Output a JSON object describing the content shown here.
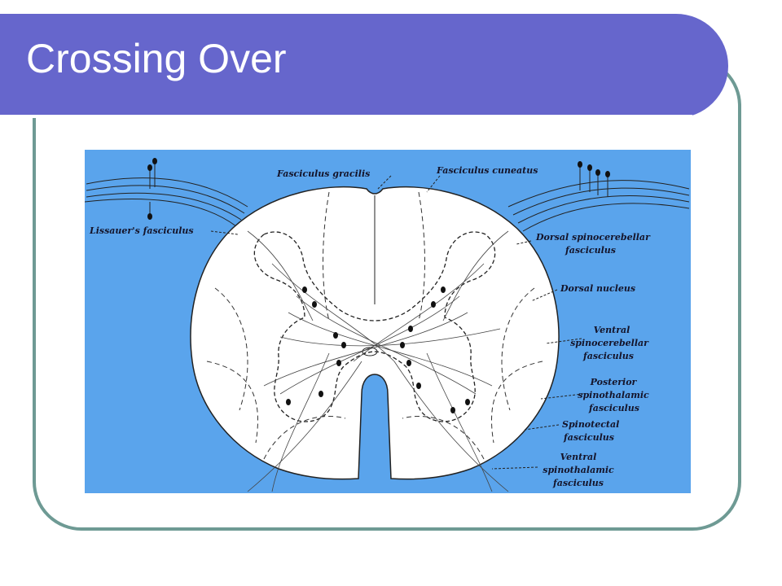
{
  "slide": {
    "title": "Crossing Over"
  },
  "figure": {
    "background_color": "#5aa4ec",
    "labels": {
      "fasciculus_gracilis": "Fasciculus gracilis",
      "fasciculus_cuneatus": "Fasciculus cuneatus",
      "lissauers_fasciculus": "Lissauer's fasciculus",
      "dorsal_spinocerebellar_1": "Dorsal spinocerebellar",
      "dorsal_spinocerebellar_2": "fasciculus",
      "dorsal_nucleus": "Dorsal nucleus",
      "ventral_spinocerebellar_1": "Ventral",
      "ventral_spinocerebellar_2": "spinocerebellar",
      "ventral_spinocerebellar_3": "fasciculus",
      "posterior_spinothalamic_1": "Posterior",
      "posterior_spinothalamic_2": "spinothalamic",
      "posterior_spinothalamic_3": "fasciculus",
      "spinotectal_1": "Spinotectal",
      "spinotectal_2": "fasciculus",
      "ventral_spinothalamic_1": "Ventral",
      "ventral_spinothalamic_2": "spinothalamic",
      "ventral_spinothalamic_3": "fasciculus"
    }
  },
  "colors": {
    "title_bar": "#6666cc",
    "frame_border": "#6e9a94",
    "figure_bg": "#5aa4ec"
  }
}
